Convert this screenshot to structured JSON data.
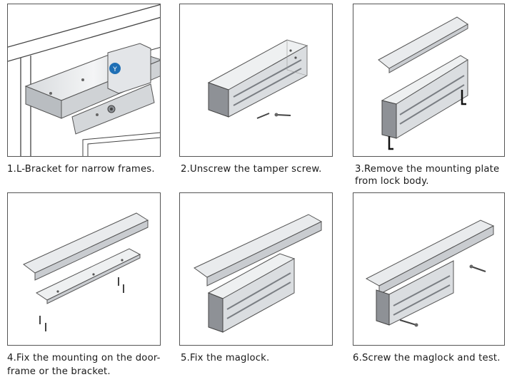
{
  "steps": [
    {
      "caption": "1.L-Bracket for narrow frames."
    },
    {
      "caption": "2.Unscrew the tamper screw."
    },
    {
      "caption_line1": "3.Remove the mounting plate",
      "caption_line2": "from lock body."
    },
    {
      "caption_line1": "4.Fix the mounting on the door-",
      "caption_line2": "frame or the bracket."
    },
    {
      "caption": "5.Fix the maglock."
    },
    {
      "caption": "6.Screw the maglock and test."
    }
  ],
  "colors": {
    "border": "#555555",
    "metal_light": "#e6e8ea",
    "metal_mid": "#c9ccd0",
    "metal_dark": "#9ea3a8",
    "end_cap": "#8e9196",
    "logo": "#1f6fb5"
  }
}
